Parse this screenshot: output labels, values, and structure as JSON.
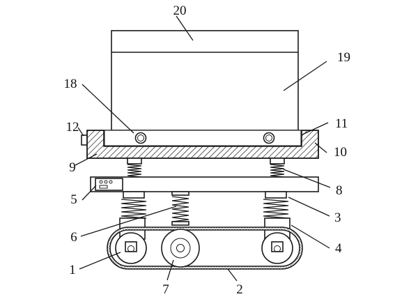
{
  "labels": {
    "l1": "1",
    "l2": "2",
    "l3": "3",
    "l4": "4",
    "l5": "5",
    "l6": "6",
    "l7": "7",
    "l8": "8",
    "l9": "9",
    "l10": "10",
    "l11": "11",
    "l12": "12",
    "l18": "18",
    "l19": "19",
    "l20": "20"
  },
  "colors": {
    "stroke": "#1a1a1a",
    "background": "#ffffff",
    "label": "#111111"
  }
}
